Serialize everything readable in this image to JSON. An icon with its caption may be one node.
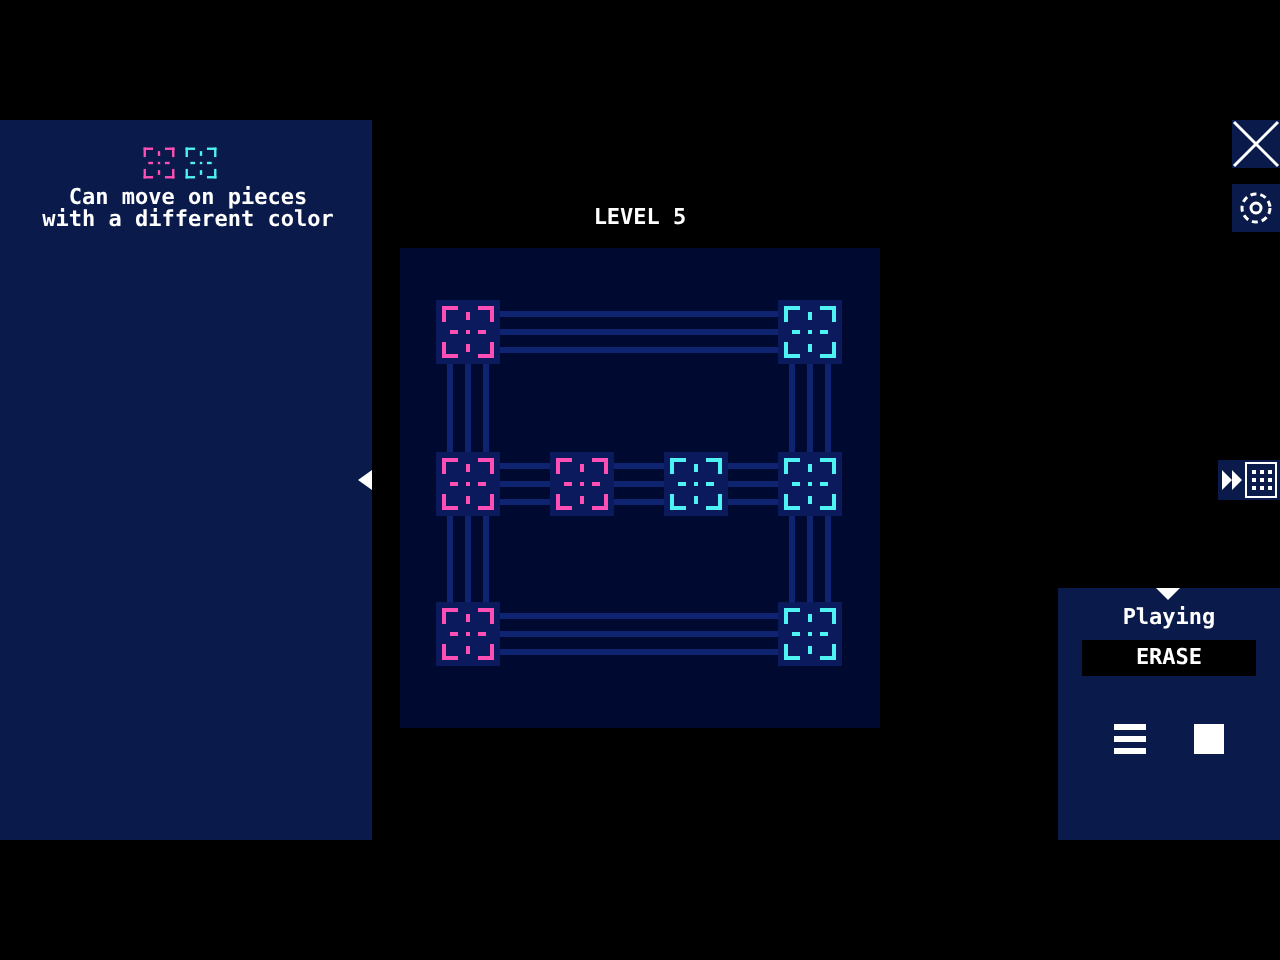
{
  "diagram": {
    "nodes": [
      {
        "text": [],
        "shape": "box"
      },
      {
        "text": [],
        "shape": "box"
      },
      {
        "text": [],
        "shape": "box"
      },
      {
        "text": [],
        "shape": "box"
      },
      {
        "text": [],
        "shape": "box"
      },
      {
        "text": [],
        "shape": "box"
      },
      {
        "text": [],
        "shape": "box"
      },
      {
        "text": [],
        "shape": "box"
      }
    ],
    "edges": [
      {
        "from": 0,
        "to": 1,
        "arrow": "none"
      },
      {
        "from": 0,
        "to": 2,
        "arrow": "none"
      },
      {
        "from": 1,
        "to": 5,
        "arrow": "none"
      },
      {
        "from": 2,
        "to": 3,
        "arrow": "none"
      },
      {
        "from": 3,
        "to": 4,
        "arrow": "none"
      },
      {
        "from": 4,
        "to": 5,
        "arrow": "none"
      },
      {
        "from": 2,
        "to": 6,
        "arrow": "none"
      },
      {
        "from": 5,
        "to": 7,
        "arrow": "none"
      },
      {
        "from": 6,
        "to": 7,
        "arrow": "none"
      }
    ],
    "labels": [
      "Can move on pieces with a different color",
      "LEVEL 5",
      "Playing",
      "ERASE"
    ]
  }
}
